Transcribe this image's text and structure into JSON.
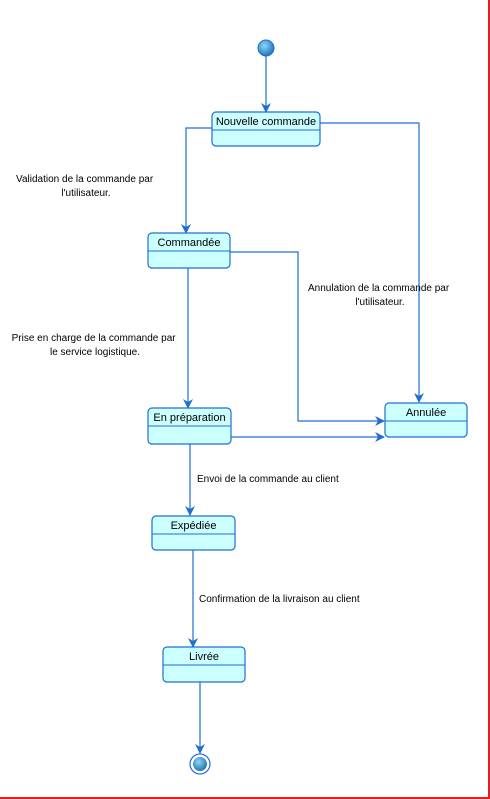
{
  "diagram": {
    "colors": {
      "state_fill": "#ccffff",
      "line": "#1f6fd1",
      "node_fill": "#3a8fc8",
      "border": "#e02020"
    },
    "states": {
      "nouvelle_commande": "Nouvelle commande",
      "commandee": "Commandée",
      "en_preparation": "En préparation",
      "annulee": "Annulée",
      "expediee": "Expédiée",
      "livree": "Livrée"
    },
    "transitions": {
      "validation": [
        "Validation de la commande par",
        "l'utilisateur."
      ],
      "annulation": [
        "Annulation de la commande par",
        "l'utilisateur."
      ],
      "prise_en_charge": [
        "Prise en charge de la commande par",
        "le service logistique."
      ],
      "envoi": [
        "Envoi de la commande au client"
      ],
      "confirmation": [
        "Confirmation de la livraison au client"
      ]
    }
  }
}
